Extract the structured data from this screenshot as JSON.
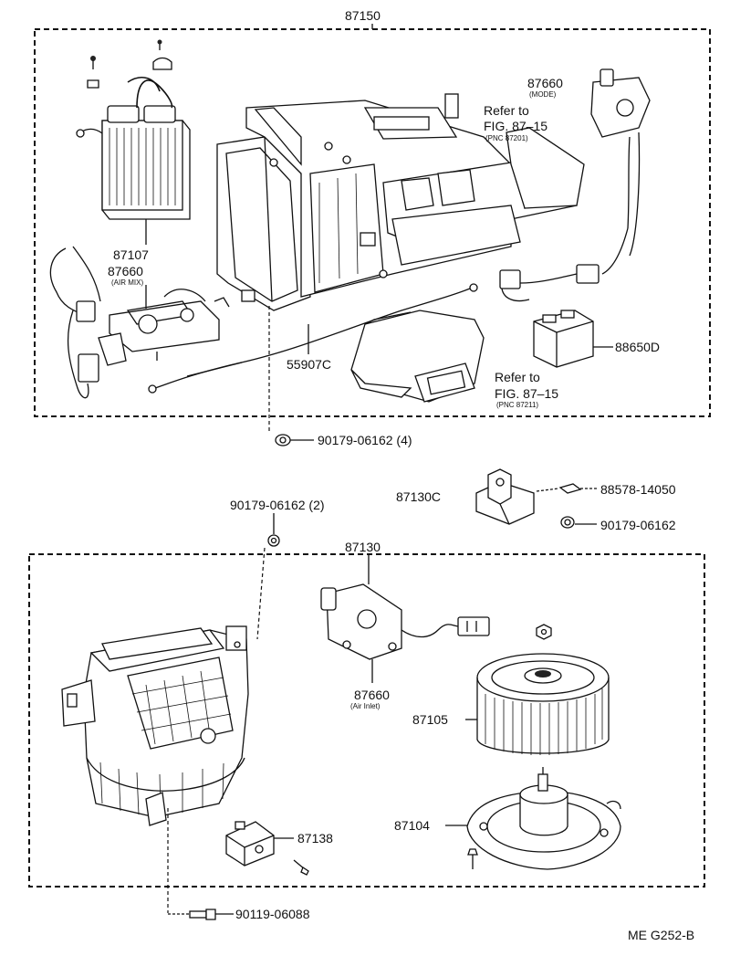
{
  "assemblies": {
    "upper": "87150",
    "lower": "87130"
  },
  "parts": {
    "heater_core": "87107",
    "actuator_air_mix": "87660",
    "actuator_air_mix_note": "(AIR MIX)",
    "actuator_mode": "87660",
    "actuator_mode_note": "(MODE)",
    "actuator_air_inlet": "87660",
    "actuator_air_inlet_note": "(Air Inlet)",
    "cable": "55907C",
    "amplifier": "88650D",
    "clip_upper": "90179-06162 (4)",
    "clip_mid": "90179-06162 (2)",
    "clip_right": "90179-06162",
    "bracket": "87130C",
    "pad": "88578-14050",
    "fan": "87105",
    "motor": "87104",
    "resistor": "87138",
    "screw": "90119-06088"
  },
  "references": {
    "ref1_line1": "Refer to",
    "ref1_line2": "FIG. 87–15",
    "ref1_pnc": "(PNC 87201)",
    "ref2_line1": "Refer to",
    "ref2_line2": "FIG. 87–15",
    "ref2_pnc": "(PNC 87211)"
  },
  "figure_code": "ME G252-B"
}
